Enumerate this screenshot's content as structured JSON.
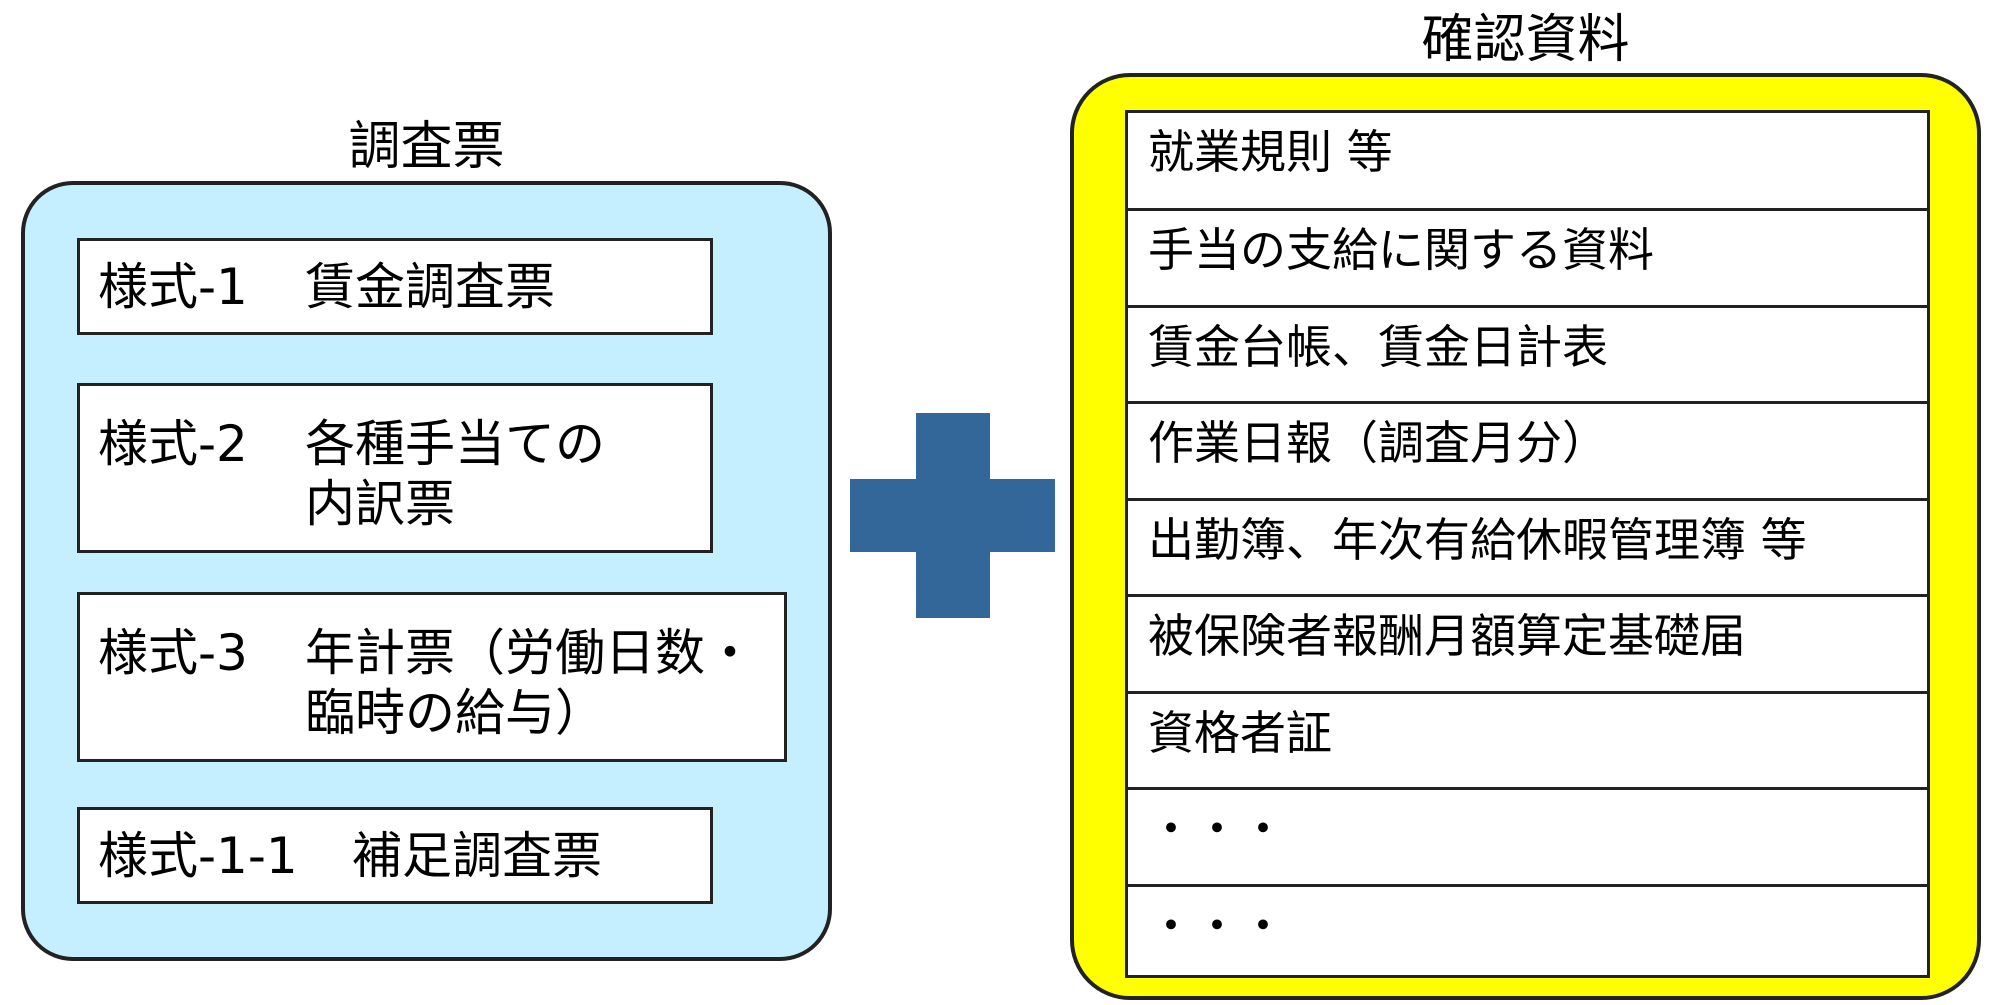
{
  "survey": {
    "title": "調査票",
    "forms": [
      {
        "code": "様式-1",
        "name": "賃金調査票"
      },
      {
        "code": "様式-2",
        "name": "各種手当ての\n内訳票"
      },
      {
        "code": "様式-3",
        "name": "年計票（労働日数・\n臨時の給与）"
      },
      {
        "code": "様式-1-1",
        "name": "補足調査票"
      }
    ]
  },
  "connector": {
    "icon": "plus-icon",
    "color": "#336699"
  },
  "documents": {
    "title": "確認資料",
    "items": [
      "就業規則 等",
      "手当の支給に関する資料",
      "賃金台帳、賃金日計表",
      "作業日報（調査月分）",
      "出勤簿、年次有給休暇管理簿 等",
      "被保険者報酬月額算定基礎届",
      "資格者証",
      "・・・",
      "・・・"
    ]
  },
  "colors": {
    "survey_panel": "#c5efff",
    "documents_panel": "#ffff00",
    "border": "#222222"
  }
}
